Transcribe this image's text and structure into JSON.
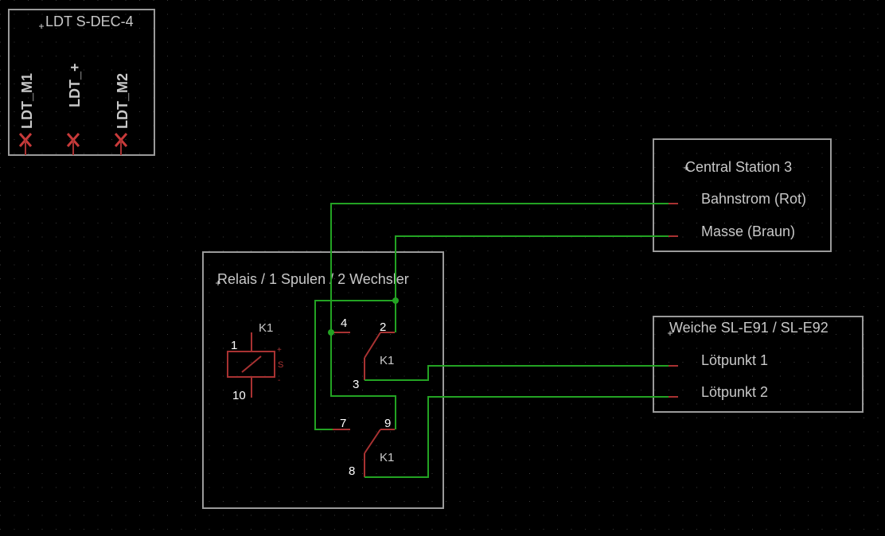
{
  "ldt": {
    "title": "LDT S-DEC-4",
    "pins": [
      "LDT_M1",
      "LDT_+",
      "LDT_M2"
    ]
  },
  "central": {
    "title": "Central Station 3",
    "pins": [
      "Bahnstrom (Rot)",
      "Masse (Braun)"
    ]
  },
  "relay": {
    "title": "Relais / 1 Spulen / 2 Wechsler",
    "coil_name": "K1",
    "coil_pins": [
      "1",
      "10"
    ],
    "coil_marks": [
      "+",
      "S",
      "-"
    ],
    "contact1": {
      "name": "K1",
      "pins": [
        "4",
        "2",
        "3"
      ]
    },
    "contact2": {
      "name": "K1",
      "pins": [
        "7",
        "9",
        "8"
      ]
    }
  },
  "weiche": {
    "title": "Weiche SL-E91 / SL-E92",
    "pins": [
      "Lötpunkt 1",
      "Lötpunkt 2"
    ]
  },
  "colors": {
    "background": "#000000",
    "grid": "#3a3a3a",
    "wire": "#23a323",
    "part": "#a83232",
    "frame": "#9a9a9a",
    "text": "#c8c8c8"
  }
}
